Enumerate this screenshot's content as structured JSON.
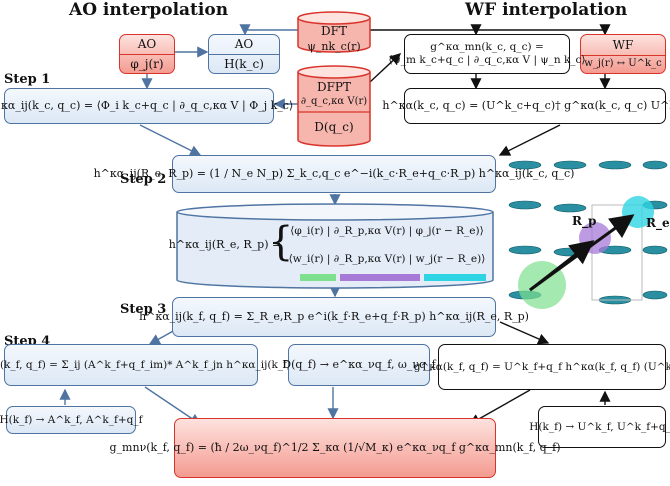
{
  "titles": {
    "ao": "AO interpolation",
    "wf": "WF interpolation"
  },
  "steps": {
    "s1": "Step 1",
    "s2": "Step 2",
    "s3": "Step 3",
    "s4": "Step 4"
  },
  "db": {
    "dft_top": "DFT",
    "dft_bottom": "ψ_nk_c(r)",
    "dfpt_top": "DFPT",
    "dfpt_mid": "∂_q_c,κα V(r)",
    "dfpt_bottom": "D(q_c)"
  },
  "ao_left": {
    "top": "AO",
    "bottom": "φ_j(r)"
  },
  "ao_right": {
    "top": "AO",
    "bottom": "H(k_c)"
  },
  "wf_box": {
    "top": "WF",
    "bottom": "w_j(r) ↔ U^k_c"
  },
  "g_mn_coarse": {
    "line1": "g^κα_mn(k_c, q_c) =",
    "line2": "⟨ψ_m k_c+q_c | ∂_q_c,κα V | ψ_n k_c⟩"
  },
  "h_wf_coarse": "h^κα(k_c, q_c) = (U^k_c+q_c)† g^κα(k_c, q_c) U^k_c",
  "h_ao_coarse": "h^κα_ij(k_c, q_c) = ⟨Φ_i k_c+q_c | ∂_q_c,κα V | Φ_j k_c⟩",
  "step2_eq": "h^κα_ij(R_e, R_p) = (1 / N_e N_p) Σ_k_c,q_c e^−i(k_c·R_e+q_c·R_p) h^κα_ij(k_c, q_c)",
  "cyl": {
    "lhs": "h^κα_ij(R_e, R_p) =",
    "row1": "⟨φ_i(r) | ∂_R_p,κα V(r) | φ_j(r − R_e)⟩",
    "row2": "⟨w_i(r) | ∂_R_p,κα V(r) | w_j(r − R_e)⟩"
  },
  "step3_eq": "h^κα_ij(k_f, q_f) = Σ_R_e,R_p e^i(k_f·R_e+q_f·R_p) h^κα_ij(R_e, R_p)",
  "step4_left": "g^κα_mn(k_f, q_f) = Σ_ij (A^k_f+q_f_im)* A^k_f_jn h^κα_ij(k_f, q_f)",
  "dq_box": "D(q_f) → e^κα_νq_f, ω_νq_f",
  "g_wf_fine": "g^κα(k_f, q_f) = U^k_f+q_f h^κα(k_f, q_f) (U^k_f)†",
  "h_to_A": "H(k_f) → A^k_f, A^k_f+q_f",
  "h_to_U": "H(k_f) → U^k_f, U^k_f+q_f",
  "final_eq": "g_mnν(k_f, q_f) = (ħ / 2ω_νq_f)^1/2 Σ_κα (1/√M_κ) e^κα_νq_f g^κα_mn(k_f, q_f)",
  "lattice_labels": {
    "rp": "R_p",
    "re": "R_e"
  },
  "colors": {
    "blue_border": "#4f74a2",
    "red_border": "#d9342b",
    "green": "#7ee08f",
    "purple": "#a77ad8",
    "cyan": "#2fd4e4"
  }
}
